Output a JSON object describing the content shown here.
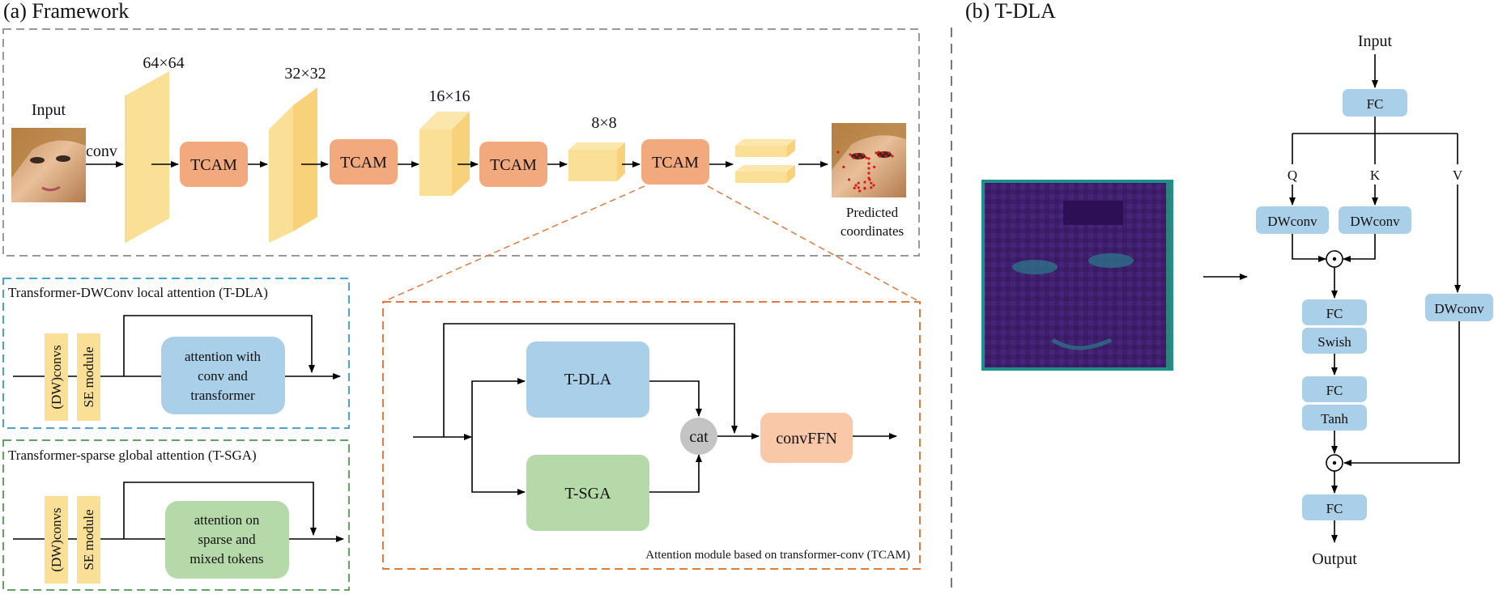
{
  "colors": {
    "tcam": "#F2A97E",
    "feature": "#FADF96",
    "tdla": "#A9CFE9",
    "tsga": "#B5D9A8",
    "convffn": "#F8C8A8",
    "cat": "#C4C4C4",
    "panel_blue": "#4AA3D0",
    "panel_green": "#5FA463",
    "panel_orange": "#E07A3F",
    "panel_gray": "#999999"
  },
  "panel_a": {
    "title": "(a) Framework",
    "input_label": "Input",
    "conv_label": "conv",
    "sizes": [
      "64×64",
      "32×32",
      "16×16",
      "8×8"
    ],
    "tcam_label": "TCAM",
    "output_label_1": "Predicted",
    "output_label_2": "coordinates"
  },
  "tdla_box": {
    "title": "Transformer-DWConv local attention (T-DLA)",
    "dwconvs": "(DW)convs",
    "se": "SE module",
    "attn": [
      "attention with",
      "conv and",
      "transformer"
    ]
  },
  "tsga_box": {
    "title": "Transformer-sparse global attention (T-SGA)",
    "dwconvs": "(DW)convs",
    "se": "SE module",
    "attn": [
      "attention on",
      "sparse and",
      "mixed tokens"
    ]
  },
  "tcam_detail": {
    "tdla": "T-DLA",
    "tsga": "T-SGA",
    "cat": "cat",
    "ffn": "convFFN",
    "caption": "Attention module based on transformer-conv (TCAM)"
  },
  "panel_b": {
    "title": "(b) T-DLA",
    "input": "Input",
    "fc": "FC",
    "q": "Q",
    "k": "K",
    "v": "V",
    "dwconv": "DWconv",
    "mult": "⊙",
    "swish": "Swish",
    "tanh": "Tanh",
    "output": "Output"
  }
}
